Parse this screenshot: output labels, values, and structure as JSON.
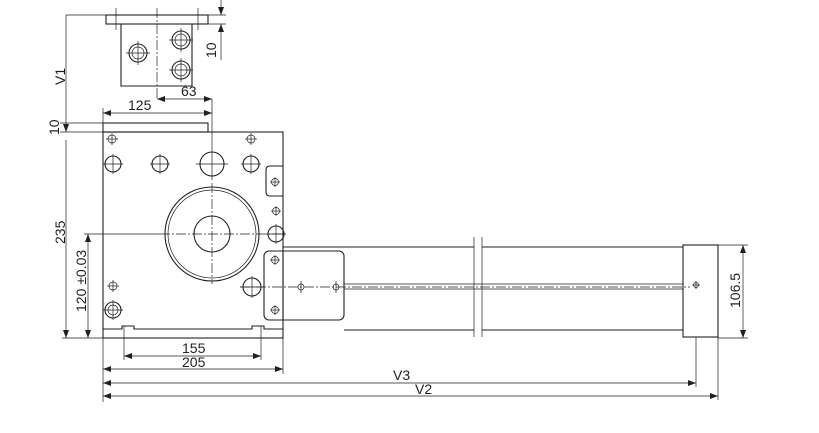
{
  "drawing": {
    "dimensions": {
      "v1": "V1",
      "top_bracket_thickness": "10",
      "offset_63": "63",
      "width_125": "125",
      "plate_thickness": "10",
      "height_235": "235",
      "height_120": "120 ±0.03",
      "width_155": "155",
      "width_205": "205",
      "v3": "V3",
      "v2": "V2",
      "end_block_height": "106.5"
    },
    "line_color": "#231f20"
  }
}
